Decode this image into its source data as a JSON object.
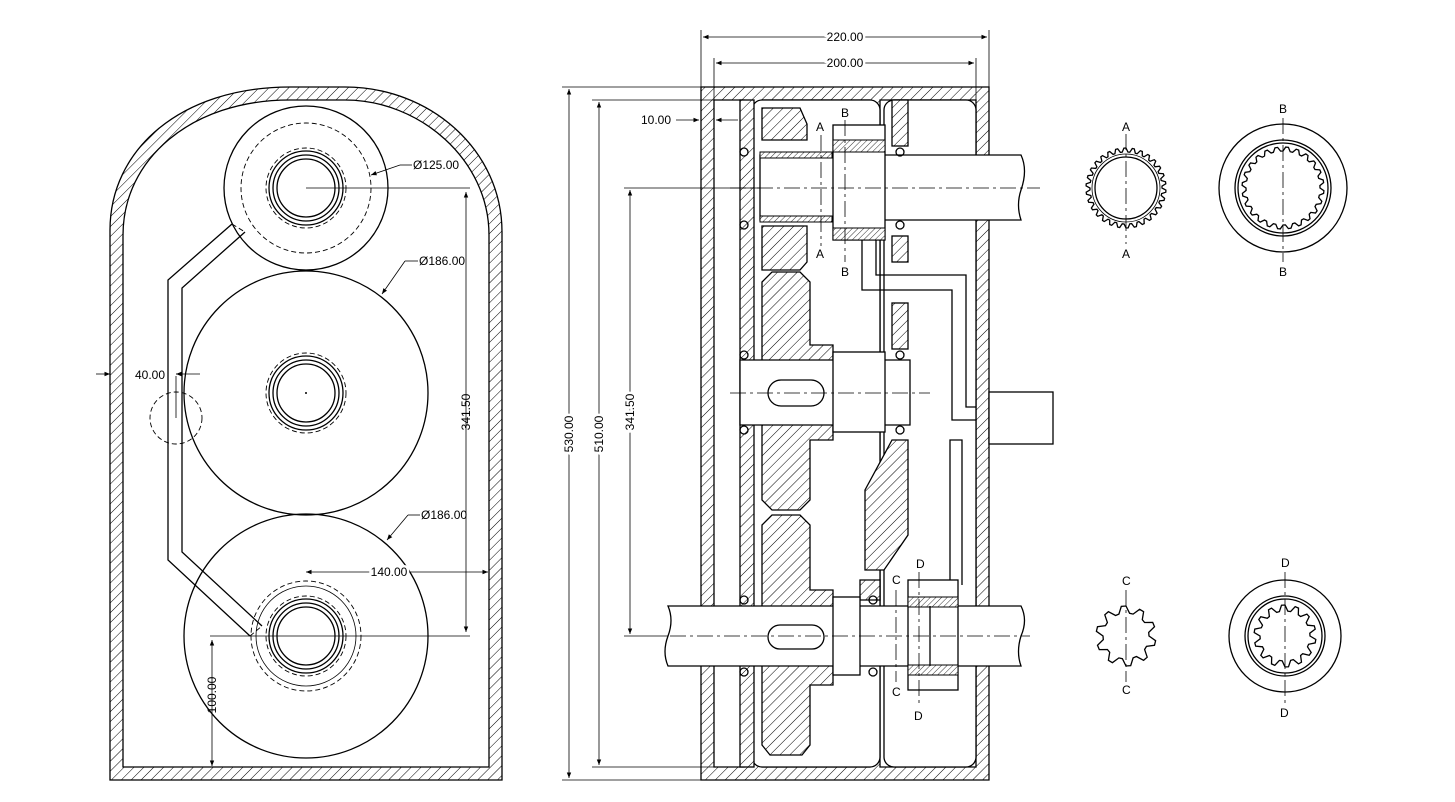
{
  "front_view": {
    "dim_shaft_top_diameter": "Ø125.00",
    "dim_gear_mid_diameter": "Ø186.00",
    "dim_gear_bottom_diameter": "Ø186.00",
    "dim_center_distance": "341.50",
    "dim_offset": "140.00",
    "dim_wall": "40.00",
    "dim_bottom": "100.00"
  },
  "section_view": {
    "dim_width_outer": "220.00",
    "dim_width_inner": "200.00",
    "dim_wall_thickness": "10.00",
    "dim_height_outer": "530.00",
    "dim_height_inner": "510.00",
    "dim_center_distance": "341.50",
    "label_A": "A",
    "label_B": "B",
    "label_C": "C",
    "label_D": "D"
  },
  "detail_views": {
    "label_A": "A",
    "label_B": "B",
    "label_C": "C",
    "label_D": "D"
  }
}
